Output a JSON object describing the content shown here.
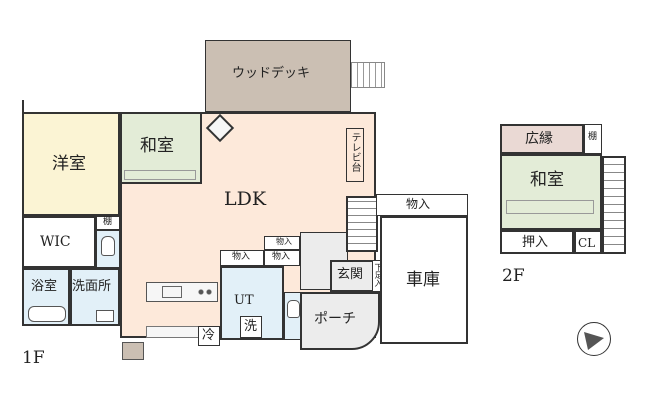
{
  "floor1": {
    "label": "1F",
    "rooms": {
      "wood_deck": "ウッドデッキ",
      "western_room": "洋室",
      "japanese_room": "和室",
      "ldk": "LDK",
      "tv_stand": "テレビ台",
      "wic": "WIC",
      "shelf": "棚",
      "bathroom": "浴室",
      "washroom": "洗面所",
      "storage_small_1": "物入",
      "storage_small_2": "物入",
      "storage_small_3": "物入",
      "storage_garage": "物入",
      "entrance": "玄関",
      "shoe_box": "下足入",
      "garage": "車庫",
      "ut": "UT",
      "washer": "洗",
      "fridge": "冷",
      "porch": "ポーチ"
    }
  },
  "floor2": {
    "label": "2F",
    "rooms": {
      "veranda": "広縁",
      "shelf": "棚",
      "japanese_room": "和室",
      "closet": "押入",
      "cl": "CL"
    }
  },
  "colors": {
    "wood_deck": "#cbbfb3",
    "western_room": "#fbf4d4",
    "japanese_room": "#e3ecd7",
    "ldk": "#fde9da",
    "wet_area": "#e2f0f8",
    "veranda": "#ead9d4",
    "hall": "#ececec",
    "wall": "#333333"
  },
  "compass_icon": "north-arrow-icon"
}
